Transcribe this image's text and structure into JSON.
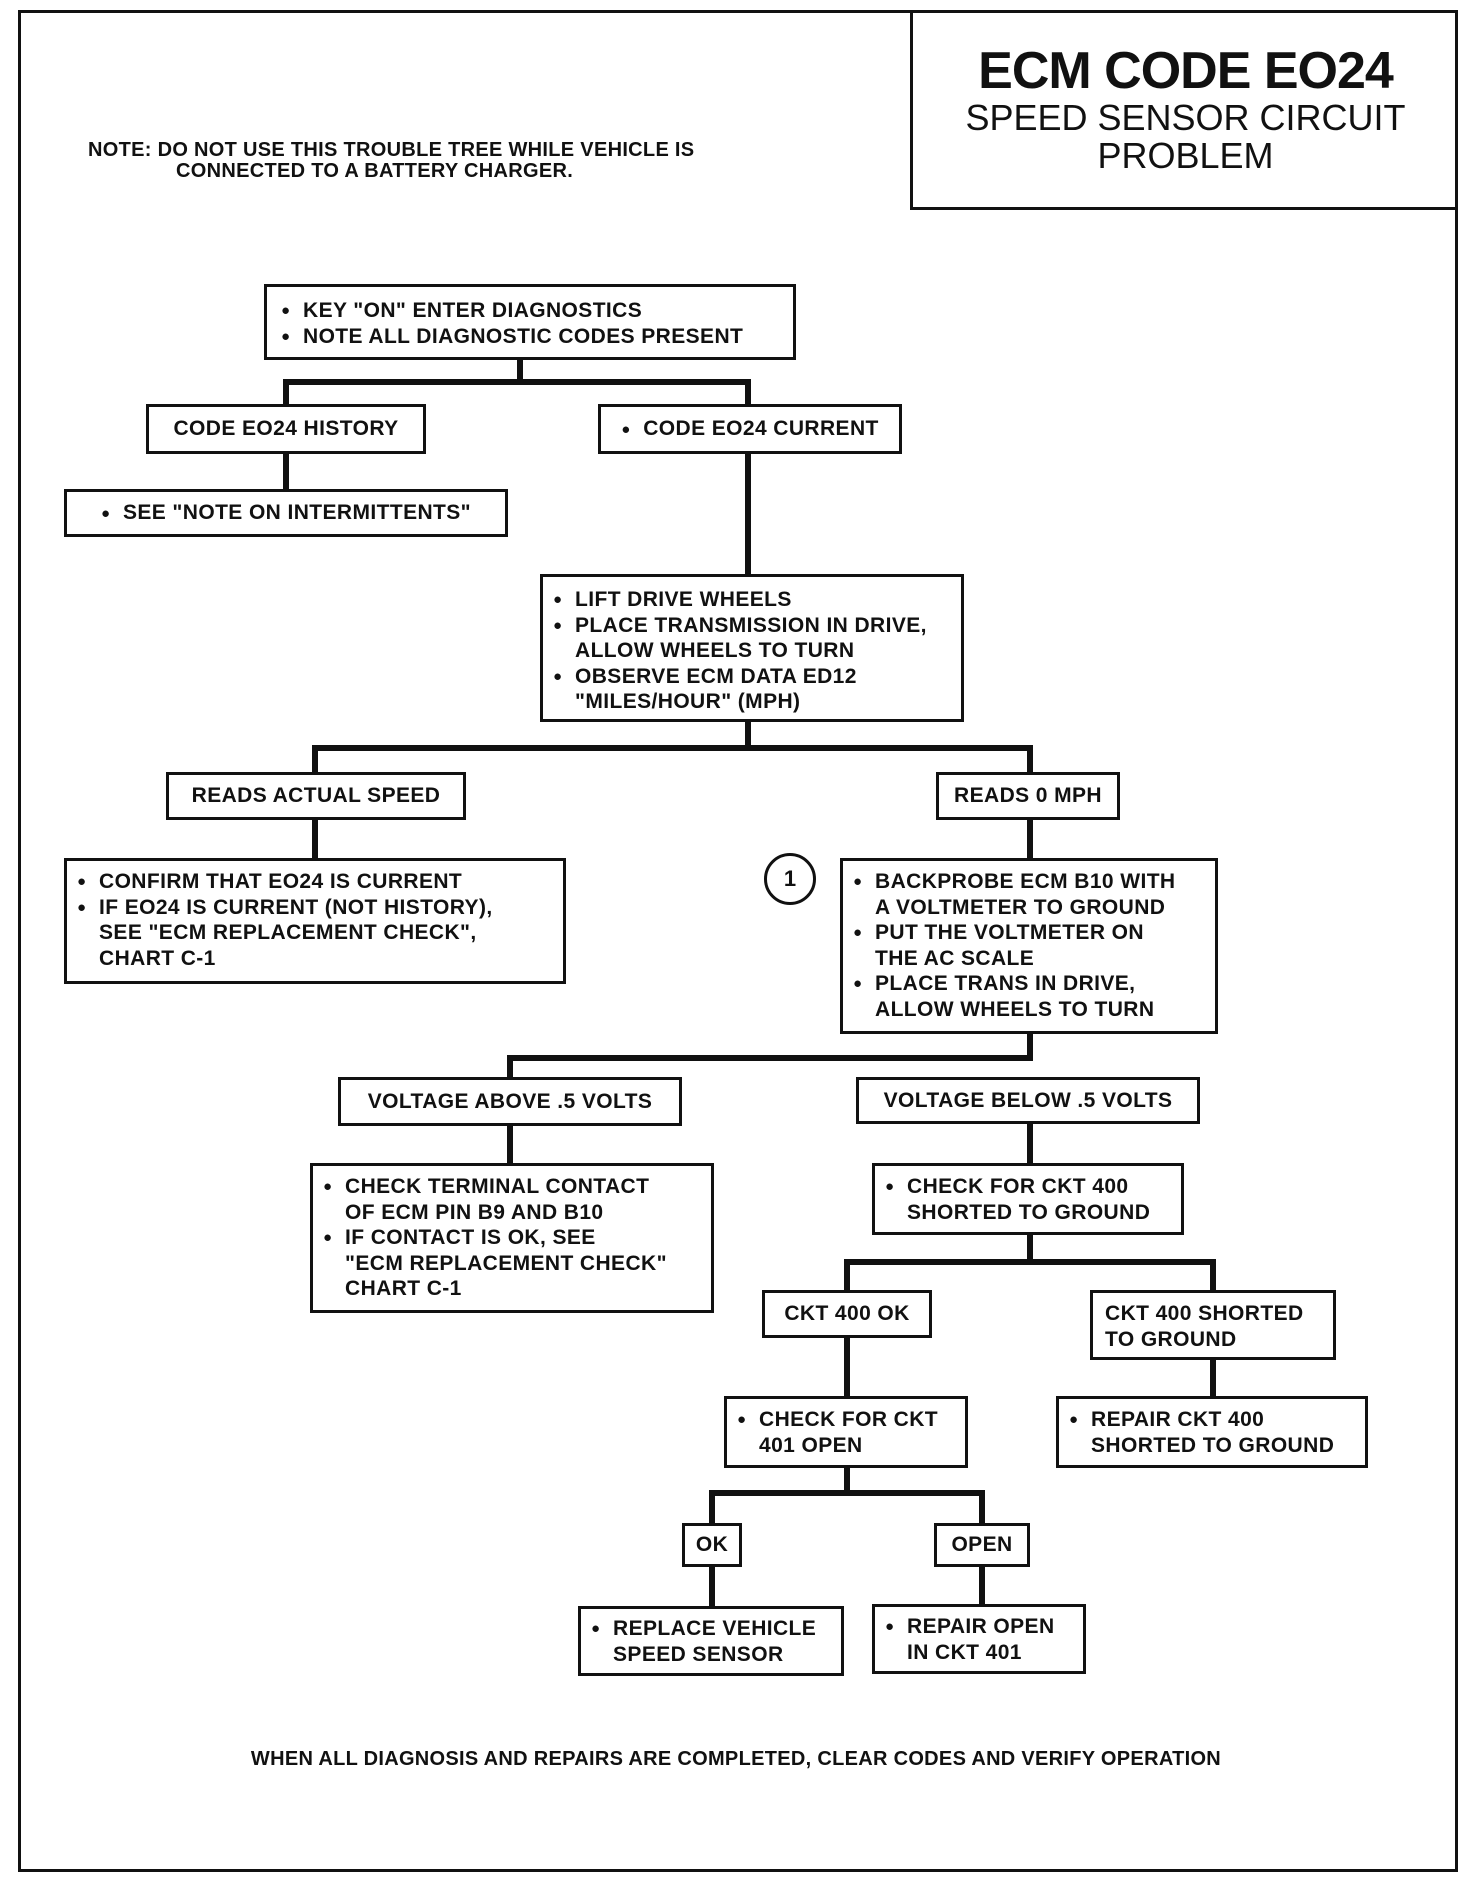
{
  "title": {
    "main": "ECM CODE EO24",
    "sub": "SPEED SENSOR CIRCUIT\nPROBLEM"
  },
  "note": {
    "line1": "NOTE: DO NOT USE THIS TROUBLE TREE WHILE VEHICLE IS",
    "line2": "CONNECTED TO A BATTERY CHARGER."
  },
  "nodes": {
    "start": [
      "KEY \"ON\" ENTER DIAGNOSTICS",
      "NOTE ALL DIAGNOSTIC CODES PRESENT"
    ],
    "history": "CODE EO24 HISTORY",
    "current": "CODE EO24 CURRENT",
    "intermittents": "SEE \"NOTE ON INTERMITTENTS\"",
    "lift": [
      "LIFT DRIVE WHEELS",
      "PLACE TRANSMISSION IN DRIVE,\nALLOW WHEELS TO TURN",
      "OBSERVE ECM DATA ED12\n\"MILES/HOUR\" (MPH)"
    ],
    "actual_speed": "READS ACTUAL SPEED",
    "zero_mph": "READS 0 MPH",
    "confirm": [
      "CONFIRM THAT EO24 IS CURRENT",
      "IF EO24 IS CURRENT (NOT HISTORY),\nSEE \"ECM REPLACEMENT CHECK\",\nCHART C-1"
    ],
    "step_marker": "1",
    "backprobe": [
      "BACKPROBE ECM B10 WITH\nA VOLTMETER TO GROUND",
      "PUT THE VOLTMETER ON\nTHE AC SCALE",
      "PLACE TRANS IN DRIVE,\nALLOW WHEELS TO TURN"
    ],
    "v_above": "VOLTAGE ABOVE .5 VOLTS",
    "v_below": "VOLTAGE BELOW .5 VOLTS",
    "terminal": [
      "CHECK TERMINAL CONTACT\nOF ECM PIN B9 AND B10",
      "IF CONTACT IS OK, SEE\n\"ECM REPLACEMENT CHECK\"\nCHART C-1"
    ],
    "ckt400_check": [
      "CHECK FOR CKT 400\nSHORTED TO GROUND"
    ],
    "ckt400_ok": "CKT 400 OK",
    "ckt400_shorted": "CKT 400 SHORTED\nTO GROUND",
    "ckt401_check": [
      "CHECK FOR CKT\n401 OPEN"
    ],
    "repair400": [
      "REPAIR CKT 400\nSHORTED TO GROUND"
    ],
    "ok": "OK",
    "open": "OPEN",
    "replace_sensor": [
      "REPLACE VEHICLE\nSPEED SENSOR"
    ],
    "repair_open": [
      "REPAIR OPEN\nIN CKT 401"
    ]
  },
  "footer": "WHEN ALL DIAGNOSIS AND REPAIRS ARE COMPLETED, CLEAR CODES AND VERIFY OPERATION"
}
